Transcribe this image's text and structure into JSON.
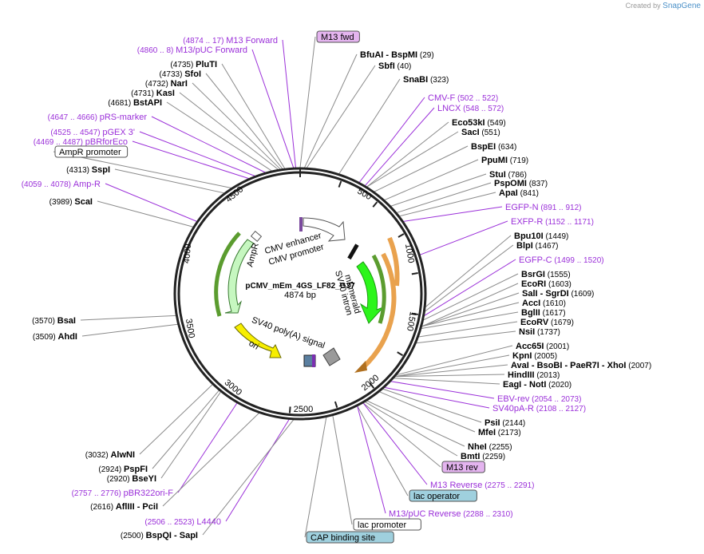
{
  "credit": {
    "prefix": "Created by",
    "brand": "SnapGene"
  },
  "plasmid": {
    "name": "pCMV_mEm_4GS_LF82_G37",
    "length": "4874 bp"
  },
  "ticks": [
    "500",
    "1000",
    "1500",
    "2000",
    "2500",
    "3000",
    "3500",
    "4000",
    "4500"
  ],
  "features": {
    "cmv_enhancer": "CMV enhancer",
    "cmv_promoter": "CMV promoter",
    "mEmerald": "mEmerald",
    "sv40_intron": "SV40 intron",
    "sv40_polya": "SV40 poly(A) signal",
    "ori": "ori",
    "ampr": "AmpR"
  },
  "labels": [
    {
      "pos": "(4874 .. 17)",
      "name": "M13 Forward",
      "kind": "primer"
    },
    {
      "pos": "(4860 .. 8)",
      "name": "M13/pUC Forward",
      "kind": "primer"
    },
    {
      "pos": "(4735)",
      "name": "PluTI",
      "kind": "enzyme"
    },
    {
      "pos": "(4733)",
      "name": "SfoI",
      "kind": "enzyme"
    },
    {
      "pos": "(4732)",
      "name": "NarI",
      "kind": "enzyme"
    },
    {
      "pos": "(4731)",
      "name": "KasI",
      "kind": "enzyme"
    },
    {
      "pos": "(4681)",
      "name": "BstAPI",
      "kind": "enzyme"
    },
    {
      "pos": "(4647 .. 4666)",
      "name": "pRS-marker",
      "kind": "primer"
    },
    {
      "pos": "(4525 .. 4547)",
      "name": "pGEX 3'",
      "kind": "primer"
    },
    {
      "pos": "(4469 .. 4487)",
      "name": "pBRforEco",
      "kind": "primer"
    },
    {
      "name": "AmpR promoter",
      "kind": "box-white"
    },
    {
      "pos": "(4313)",
      "name": "SspI",
      "kind": "enzyme"
    },
    {
      "pos": "(4059 .. 4078)",
      "name": "Amp-R",
      "kind": "primer"
    },
    {
      "pos": "(3989)",
      "name": "ScaI",
      "kind": "enzyme"
    },
    {
      "pos": "(3570)",
      "name": "BsaI",
      "kind": "enzyme"
    },
    {
      "pos": "(3509)",
      "name": "AhdI",
      "kind": "enzyme"
    },
    {
      "pos": "(3032)",
      "name": "AlwNI",
      "kind": "enzyme"
    },
    {
      "pos": "(2924)",
      "name": "PspFI",
      "kind": "enzyme"
    },
    {
      "pos": "(2920)",
      "name": "BseYI",
      "kind": "enzyme"
    },
    {
      "pos": "(2757 .. 2776)",
      "name": "pBR322ori-F",
      "kind": "primer"
    },
    {
      "pos": "(2616)",
      "name": "AflIII",
      "extra": " - PciI",
      "kind": "enzyme"
    },
    {
      "pos": "(2506 .. 2523)",
      "name": "L4440",
      "kind": "primer"
    },
    {
      "pos": "(2500)",
      "name": "BspQI",
      "extra": " - SapI",
      "kind": "enzyme"
    },
    {
      "name": "M13 fwd",
      "kind": "box-purple"
    },
    {
      "name": "BfuAI",
      "extra": " - BspMI",
      "pos2": "(29)",
      "kind": "enzyme-r"
    },
    {
      "name": "SbfI",
      "pos2": "(40)",
      "kind": "enzyme-r"
    },
    {
      "name": "SnaBI",
      "pos2": "(323)",
      "kind": "enzyme-r"
    },
    {
      "name": "CMV-F",
      "pos2": "(502 .. 522)",
      "kind": "primer-r"
    },
    {
      "name": "LNCX",
      "pos2": "(548 .. 572)",
      "kind": "primer-r"
    },
    {
      "name": "Eco53kI",
      "pos2": "(549)",
      "kind": "enzyme-r"
    },
    {
      "name": "SacI",
      "pos2": "(551)",
      "kind": "enzyme-r"
    },
    {
      "name": "BspEI",
      "pos2": "(634)",
      "kind": "enzyme-r"
    },
    {
      "name": "PpuMI",
      "pos2": "(719)",
      "kind": "enzyme-r"
    },
    {
      "name": "StuI",
      "pos2": "(786)",
      "kind": "enzyme-r"
    },
    {
      "name": "PspOMI",
      "pos2": "(837)",
      "kind": "enzyme-r"
    },
    {
      "name": "ApaI",
      "pos2": "(841)",
      "kind": "enzyme-r"
    },
    {
      "name": "EGFP-N",
      "pos2": "(891 .. 912)",
      "kind": "primer-r"
    },
    {
      "name": "EXFP-R",
      "pos2": "(1152 .. 1171)",
      "kind": "primer-r"
    },
    {
      "name": "Bpu10I",
      "pos2": "(1449)",
      "kind": "enzyme-r"
    },
    {
      "name": "BlpI",
      "pos2": "(1467)",
      "kind": "enzyme-r"
    },
    {
      "name": "EGFP-C",
      "pos2": "(1499 .. 1520)",
      "kind": "primer-r"
    },
    {
      "name": "BsrGI",
      "pos2": "(1555)",
      "kind": "enzyme-r"
    },
    {
      "name": "EcoRI",
      "pos2": "(1603)",
      "kind": "enzyme-r"
    },
    {
      "name": "SalI",
      "extra": " - SgrDI",
      "pos2": "(1609)",
      "kind": "enzyme-r"
    },
    {
      "name": "AccI",
      "pos2": "(1610)",
      "kind": "enzyme-r"
    },
    {
      "name": "BglII",
      "pos2": "(1617)",
      "kind": "enzyme-r"
    },
    {
      "name": "EcoRV",
      "pos2": "(1679)",
      "kind": "enzyme-r"
    },
    {
      "name": "NsiI",
      "pos2": "(1737)",
      "kind": "enzyme-r"
    },
    {
      "name": "Acc65I",
      "pos2": "(2001)",
      "kind": "enzyme-r"
    },
    {
      "name": "KpnI",
      "pos2": "(2005)",
      "kind": "enzyme-r"
    },
    {
      "name": "AvaI",
      "extra": " - BsoBI - PaeR7I - XhoI",
      "pos2": "(2007)",
      "kind": "enzyme-r"
    },
    {
      "name": "HindIII",
      "pos2": "(2013)",
      "kind": "enzyme-r"
    },
    {
      "name": "EagI",
      "extra": " - NotI",
      "pos2": "(2020)",
      "kind": "enzyme-r"
    },
    {
      "name": "EBV-rev",
      "pos2": "(2054 .. 2073)",
      "kind": "primer-r"
    },
    {
      "name": "SV40pA-R",
      "pos2": "(2108 .. 2127)",
      "kind": "primer-r"
    },
    {
      "name": "PsiI",
      "pos2": "(2144)",
      "kind": "enzyme-r"
    },
    {
      "name": "MfeI",
      "pos2": "(2173)",
      "kind": "enzyme-r"
    },
    {
      "name": "NheI",
      "pos2": "(2255)",
      "kind": "enzyme-r"
    },
    {
      "name": "BmtI",
      "pos2": "(2259)",
      "kind": "enzyme-r"
    },
    {
      "name": "M13 rev",
      "kind": "box-purple"
    },
    {
      "name": "M13 Reverse",
      "pos2": "(2275 .. 2291)",
      "kind": "primer-r"
    },
    {
      "name": "lac operator",
      "kind": "box-blue"
    },
    {
      "name": "M13/pUC Reverse",
      "pos2": "(2288 .. 2310)",
      "kind": "primer-r"
    },
    {
      "name": "lac promoter",
      "kind": "box-white"
    },
    {
      "name": "CAP binding site",
      "kind": "box-blue"
    }
  ],
  "colors": {
    "enzyme": "#000000",
    "primer": "#9b30d9",
    "purple_box": "#e4b4ef",
    "blue_box": "#9fd0de",
    "green": "#2cf51b",
    "orange": "#e9a24e",
    "yellow": "#f7ee00"
  }
}
